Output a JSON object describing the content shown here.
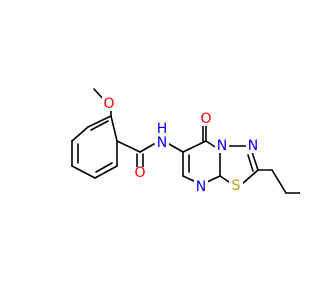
{
  "colors": {
    "bond": "#000000",
    "oxygen": "#ff0000",
    "nitrogen": "#0000ff",
    "sulfur": "#b8a200",
    "background": "#ffffff"
  },
  "atoms": {
    "o_methoxy": "O",
    "n_amide": "N",
    "h_amide": "H",
    "o_amide": "O",
    "o_ketone": "O",
    "n_ring": "N",
    "n_thiadiazole": "N",
    "n_pyrimidine": "N",
    "s_thiadiazole": "S"
  }
}
